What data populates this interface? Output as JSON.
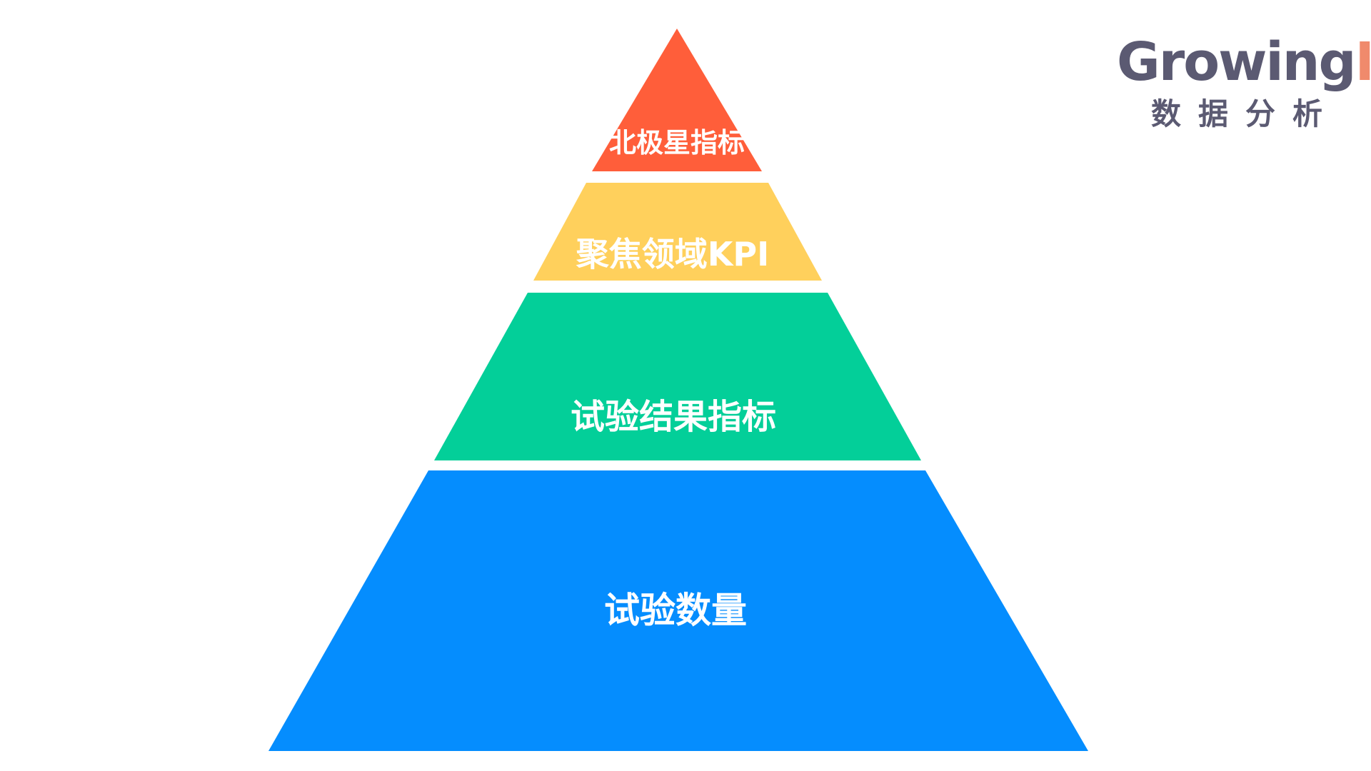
{
  "logo": {
    "name_main": "Growing",
    "name_accent": "IO",
    "subtitle": "数据分析",
    "colors": {
      "main": "#5b5a72",
      "accent": "#f08a6c",
      "subtitle": "#5b5a72"
    }
  },
  "pyramid": {
    "tiers": [
      {
        "label": "北极星指标",
        "color": "#ff5e3a"
      },
      {
        "label": "聚焦领域KPI",
        "color": "#ffd05c"
      },
      {
        "label": "试验结果指标",
        "color": "#03cf99"
      },
      {
        "label": "试验数量",
        "color": "#058dfe"
      }
    ]
  }
}
